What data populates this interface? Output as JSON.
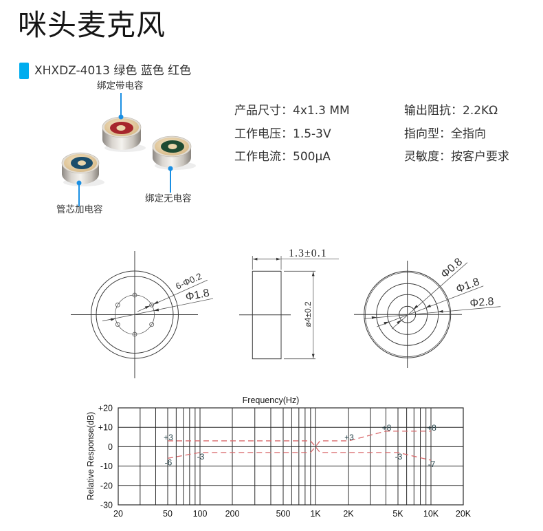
{
  "header": {
    "title": "咪头麦克风"
  },
  "model": {
    "text": "XHXDZ-4013 绿色 蓝色 红色",
    "marker_color": "#00ADEF"
  },
  "product_photo": {
    "callout_color": "#1A8FE3",
    "capsules": [
      {
        "name": "red",
        "ring_color": "#A6262C"
      },
      {
        "name": "blue",
        "ring_color": "#1B4D6B"
      },
      {
        "name": "green",
        "ring_color": "#1E4B33"
      }
    ],
    "callouts": {
      "top": "绑定带电容",
      "right": "绑定无电容",
      "left": "管芯加电容"
    }
  },
  "specs": {
    "left": [
      {
        "label": "产品尺寸：",
        "value": "4x1.3 MM"
      },
      {
        "label": "工作电压：",
        "value": "1.5-3V"
      },
      {
        "label": "工作电流：",
        "value": "500μA"
      }
    ],
    "right": [
      {
        "label": "输出阻抗：",
        "value": "2.2KΩ"
      },
      {
        "label": "指向型：",
        "value": "全指向"
      },
      {
        "label": "灵敏度：",
        "value": "按客户要求"
      }
    ]
  },
  "drawings": {
    "front": {
      "holes": "6-Φ0.2",
      "hole_circle": "Φ1.8"
    },
    "side": {
      "thickness": "1.3±0.1",
      "diameter": "ø4±0.2"
    },
    "back": {
      "d1": "Φ0.8",
      "d2": "Φ1.8",
      "d3": "Φ2.8"
    }
  },
  "chart_data": {
    "type": "line",
    "title": "Frequency(Hz)",
    "xlabel": "Frequency(Hz)",
    "ylabel": "Relative Response(dB)",
    "x_scale": "log",
    "xlim": [
      20,
      20000
    ],
    "ylim": [
      -30,
      20
    ],
    "grid": true,
    "legend": "none",
    "x_ticks": [
      {
        "value": 20,
        "label": "20"
      },
      {
        "value": 50,
        "label": "50"
      },
      {
        "value": 100,
        "label": "100"
      },
      {
        "value": 200,
        "label": "200"
      },
      {
        "value": 500,
        "label": "500"
      },
      {
        "value": 1000,
        "label": "1K"
      },
      {
        "value": 2000,
        "label": "2K"
      },
      {
        "value": 5000,
        "label": "5K"
      },
      {
        "value": 10000,
        "label": "10K"
      },
      {
        "value": 20000,
        "label": "20K"
      }
    ],
    "y_ticks": [
      {
        "value": 20,
        "label": "+20"
      },
      {
        "value": 10,
        "label": "+10"
      },
      {
        "value": 0,
        "label": "0"
      },
      {
        "value": -10,
        "label": "-10"
      },
      {
        "value": -20,
        "label": "-20"
      },
      {
        "value": -30,
        "label": "-30"
      }
    ],
    "x_gridlines": [
      20,
      30,
      40,
      50,
      60,
      70,
      80,
      90,
      100,
      200,
      300,
      400,
      500,
      600,
      700,
      800,
      900,
      1000,
      2000,
      3000,
      4000,
      5000,
      6000,
      7000,
      8000,
      9000,
      10000,
      20000
    ],
    "series": [
      {
        "id": "upper",
        "name": "Upper tolerance limit",
        "style": "dashed",
        "color": "#D9696B",
        "x": [
          50,
          900,
          1000,
          1100,
          2000,
          4000,
          10000
        ],
        "y": [
          3,
          3,
          0,
          3,
          3,
          8,
          8
        ]
      },
      {
        "id": "lower",
        "name": "Lower tolerance limit",
        "style": "dashed",
        "color": "#D9696B",
        "x": [
          50,
          100,
          900,
          1000,
          1100,
          5000,
          10000
        ],
        "y": [
          -6,
          -3,
          -3,
          0,
          -3,
          -3,
          -7
        ]
      }
    ],
    "annotations": [
      {
        "x": 50,
        "y": 3,
        "text": "+3"
      },
      {
        "x": 50,
        "y": -6,
        "text": "-6"
      },
      {
        "x": 100,
        "y": -3,
        "text": "-3"
      },
      {
        "x": 2000,
        "y": 3,
        "text": "+3"
      },
      {
        "x": 4000,
        "y": 8,
        "text": "+8"
      },
      {
        "x": 10000,
        "y": 8,
        "text": "+8"
      },
      {
        "x": 5000,
        "y": -3,
        "text": "-3"
      },
      {
        "x": 10000,
        "y": -7,
        "text": "-7"
      }
    ]
  }
}
